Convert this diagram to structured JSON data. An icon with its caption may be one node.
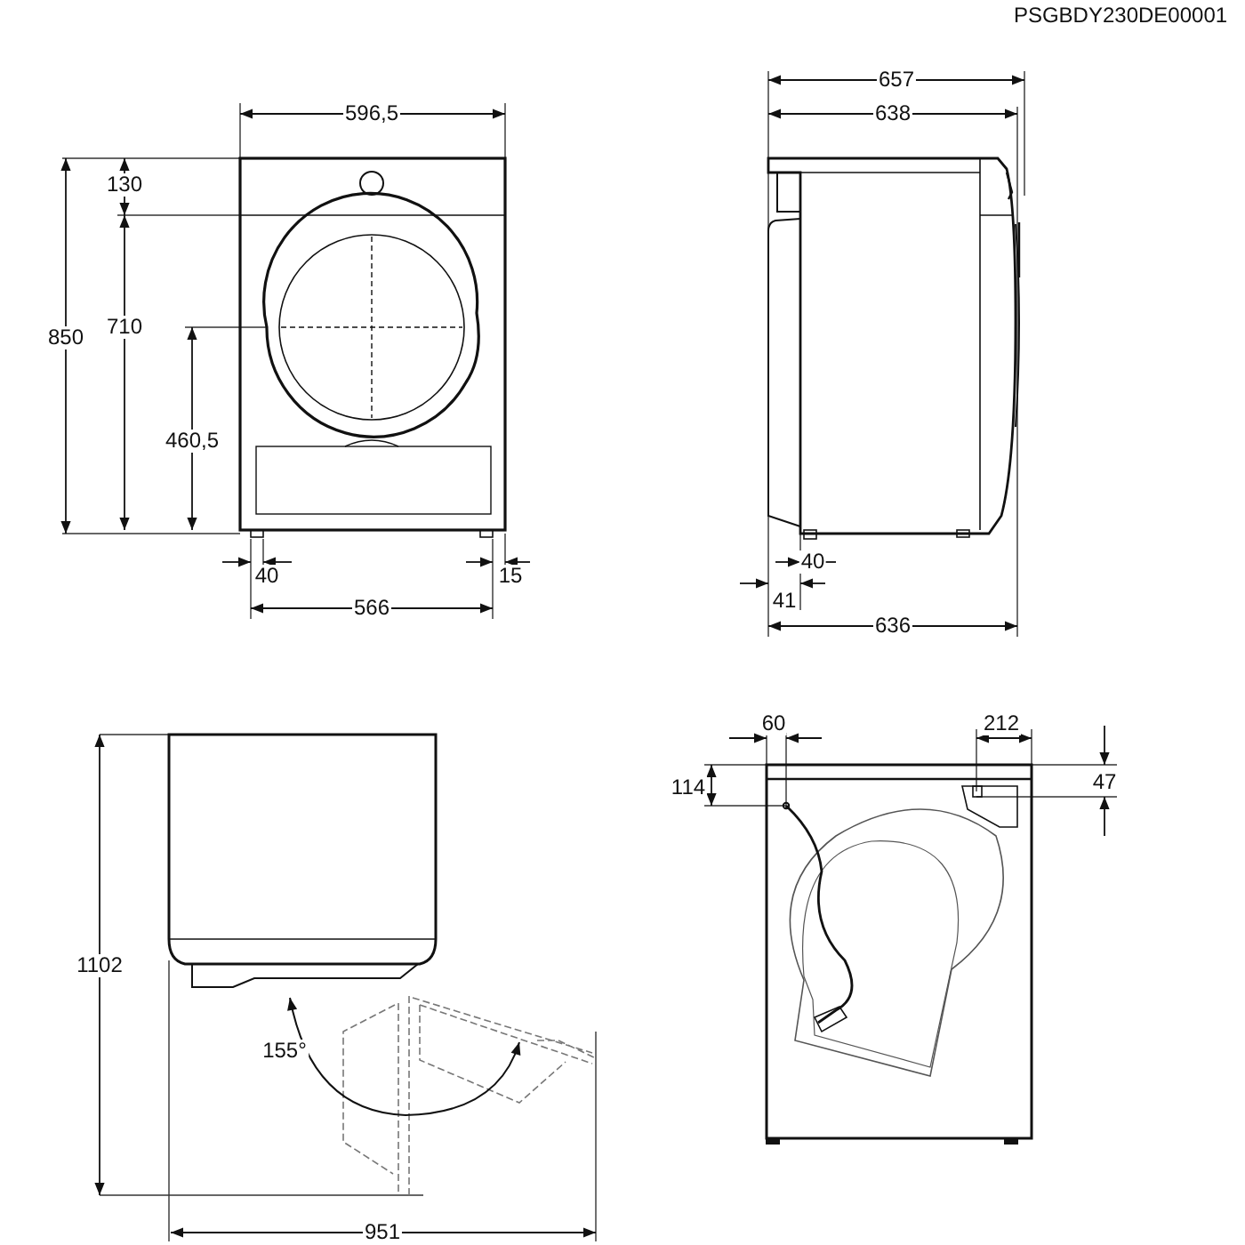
{
  "diagram": {
    "labels": [
      "PSGBDY230DE00001",
      "596,5",
      "657",
      "638",
      "130",
      "710",
      "850",
      "460,5",
      "40",
      "15",
      "40",
      "41",
      "566",
      "636",
      "60",
      "212",
      "114",
      "47",
      "1102",
      "155°",
      "951"
    ]
  }
}
